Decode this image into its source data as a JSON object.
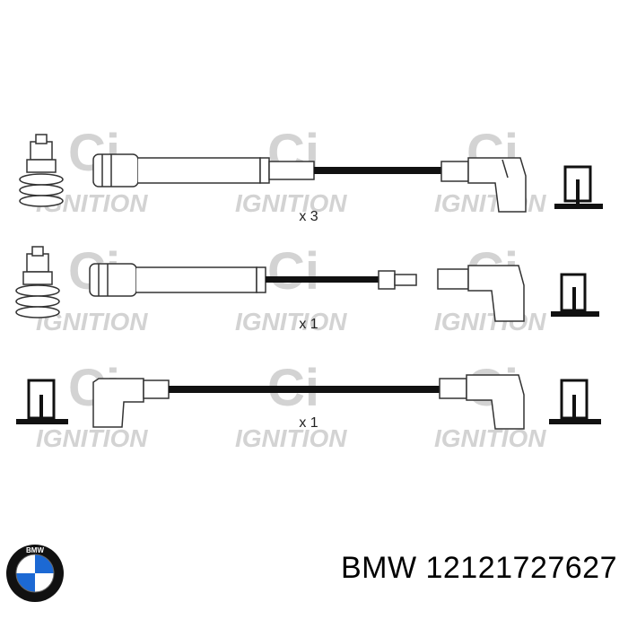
{
  "watermark": {
    "brand_mark": "Ci",
    "word": "IGNITION"
  },
  "rows": [
    {
      "quantity": "x 3"
    },
    {
      "quantity": "x 1"
    },
    {
      "quantity": "x 1"
    }
  ],
  "caption": {
    "text": "BMW 12121727627"
  },
  "logo": {
    "name": "bmw-logo",
    "letters": "BMW",
    "colors": {
      "blue": "#1c69d4",
      "black": "#111111",
      "white": "#ffffff"
    }
  },
  "colors": {
    "stroke": "#333333",
    "cable": "#111111",
    "watermark": "#d3d3d3"
  }
}
